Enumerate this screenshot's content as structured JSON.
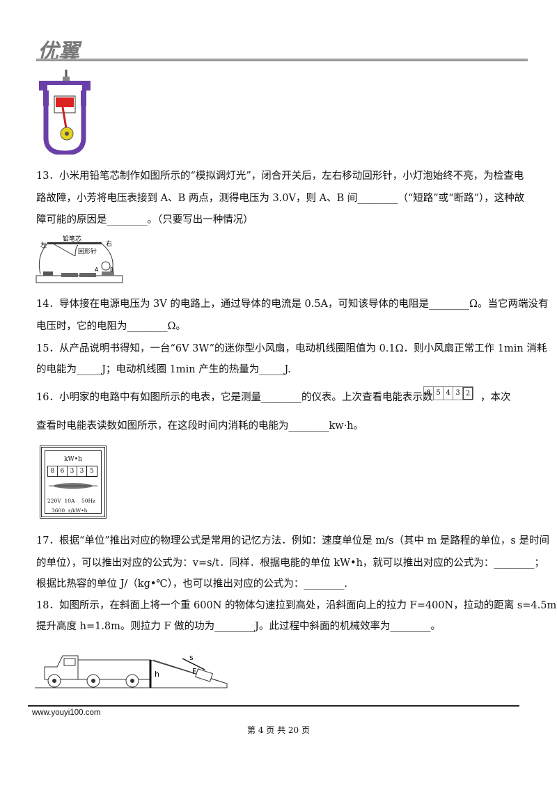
{
  "header": {
    "logo_text": "优翼"
  },
  "q13": {
    "l1": "13．小米用铅笔芯制作如图所示的“模拟调灯光”，闭合开关后，左右移动回形针，小灯泡始终不亮，为检查电",
    "l2": "路故障，小芳将电压表接到 A、B 两点，测得电压为 3.0V，则 A、B 间________（“短路”或“断路”），这种故",
    "l3": "障可能的原因是________。（只要写出一种情况）",
    "fig": {
      "left": "左",
      "right": "右",
      "lead": "铅笔芯",
      "clip": "回形针",
      "a": "A",
      "b": "B"
    }
  },
  "q14": {
    "l1": "14．导体接在电源电压为 3V 的电路上，通过导体的电流是 0.5A，可知该导体的电阻是________Ω。当它两端没有",
    "l2": "电压时，它的电阻为________Ω。"
  },
  "q15": {
    "l1": "15．从产品说明书得知，一台“6V 3W”的迷你型小风扇，电动机线圈阻值为 0.1Ω．则小风扇正常工作 1min 消耗",
    "l2": "的电能为_____J；电动机线圈 1min 产生的热量为_____J."
  },
  "q16": {
    "l1a": "16．小明家的电路中有如图所示的电表，它是测量________的仪表。上次查看电能表示数",
    "l1b": "，本次",
    "l2": "查看时电能表读数如图所示，在这段时间内消耗的电能为________kw·h。",
    "prev_digits": [
      "8",
      "5",
      "4",
      "3",
      "2"
    ],
    "meter": {
      "unit": "kW•h",
      "digits": [
        "8",
        "6",
        "3",
        "3",
        "5"
      ],
      "spec": "220V  10A    50Hz",
      "rev": "3600  r/kW•h"
    }
  },
  "q17": {
    "l1": "17．根据“单位”推出对应的物理公式是常用的记忆方法．例如：速度单位是 m/s（其中 m 是路程的单位，s 是时间",
    "l2": "的单位），可以推出对应的公式为：v=s/t．同样．根据电能的单位 kW•h，就可以推出对应的公式为：________；",
    "l3": "根据比热容的单位 J/（kg•℃），也可以推出对应的公式为：________."
  },
  "q18": {
    "l1": "18．如图所示，在斜面上将一个重 600N 的物体匀速拉到高处，沿斜面向上的拉力 F=400N，拉动的距离 s=4.5m，",
    "l2": "提升高度 h=1.8m。则拉力 F 做的功为________J。此过程中斜面的机械效率为________。",
    "fig": {
      "s": "s",
      "f": "F",
      "h": "h"
    }
  },
  "footer": {
    "url": "www.youyi100.com",
    "page": "第 4 页 共 20 页"
  }
}
